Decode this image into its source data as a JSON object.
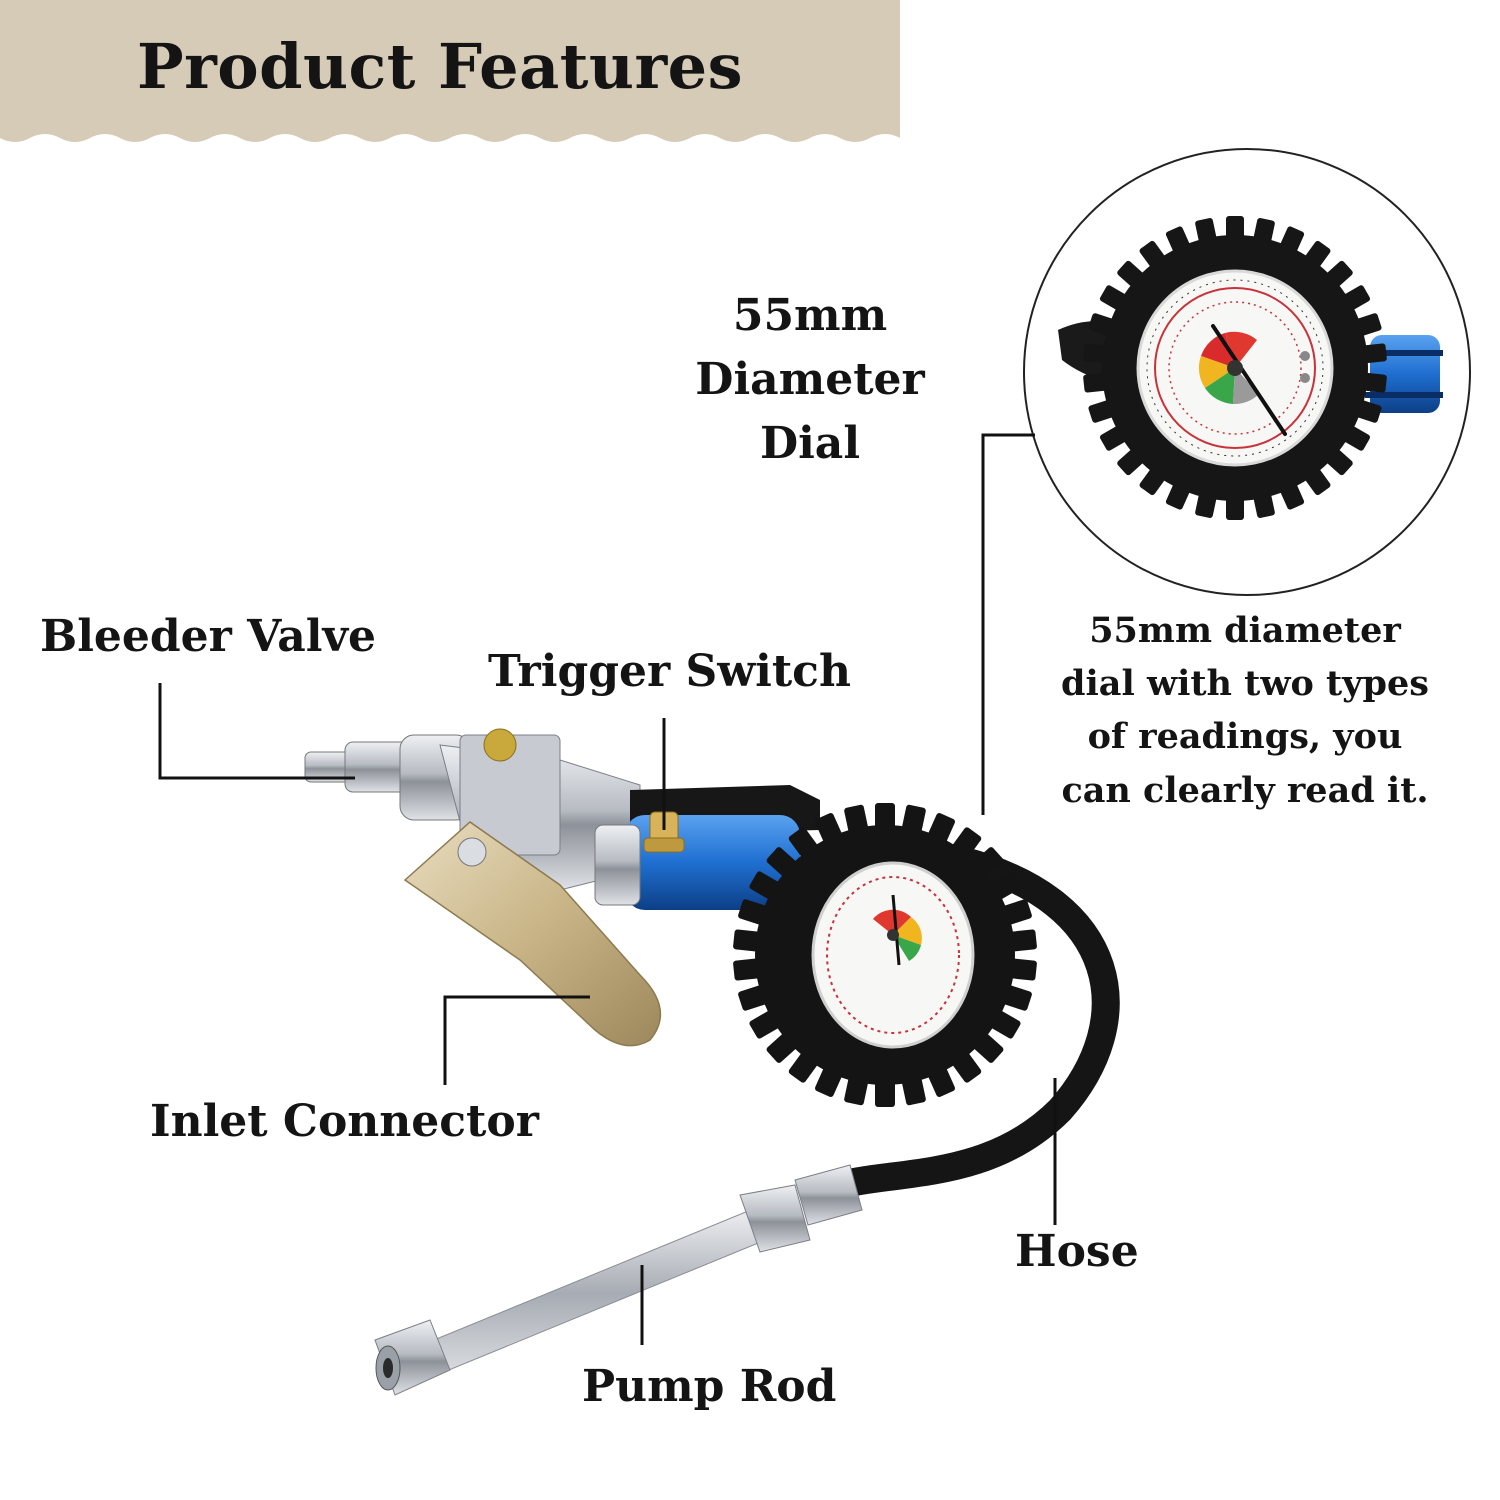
{
  "banner": {
    "title": "Product Features",
    "color": "#d6cbb7"
  },
  "labels": {
    "dial_title": "55mm Diameter\nDial",
    "bleeder_valve": "Bleeder Valve",
    "trigger_switch": "Trigger Switch",
    "inlet_connector": "Inlet Connector",
    "hose": "Hose",
    "pump_rod": "Pump Rod"
  },
  "dial_description": "55mm diameter dial with two types of readings, you can clearly read it.",
  "colors": {
    "body_blue": "#1f6fd1",
    "rubber_black": "#161616",
    "chrome": "#c9ccd1",
    "brass_lever": "#cdbb8f"
  }
}
